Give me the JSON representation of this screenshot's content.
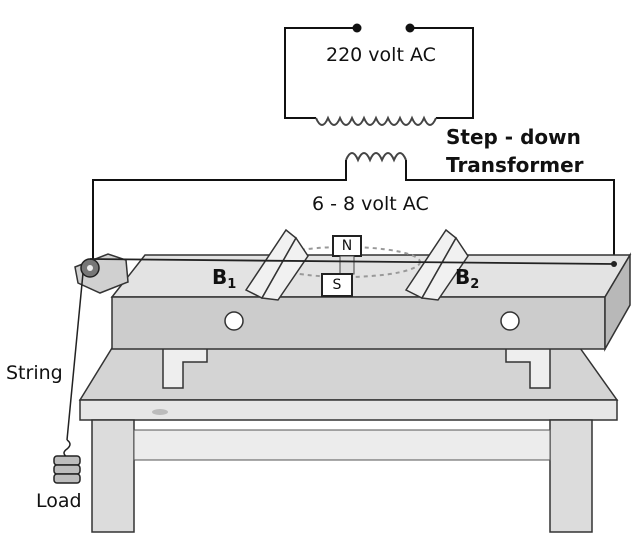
{
  "supply_label": "220 volt AC",
  "transformer_label": [
    "Step - down",
    "Transformer"
  ],
  "secondary_label": "6 - 8 volt AC",
  "bridge1": {
    "letter": "B",
    "sub": "1"
  },
  "bridge2": {
    "letter": "B",
    "sub": "2"
  },
  "magnet": {
    "north": "N",
    "south": "S"
  },
  "string_label": "String",
  "load_label": "Load",
  "colors": {
    "line": "#111111",
    "board_top": "#e6e6e6",
    "board_front": "#cfcfcf",
    "table": "#dcdcdc"
  }
}
